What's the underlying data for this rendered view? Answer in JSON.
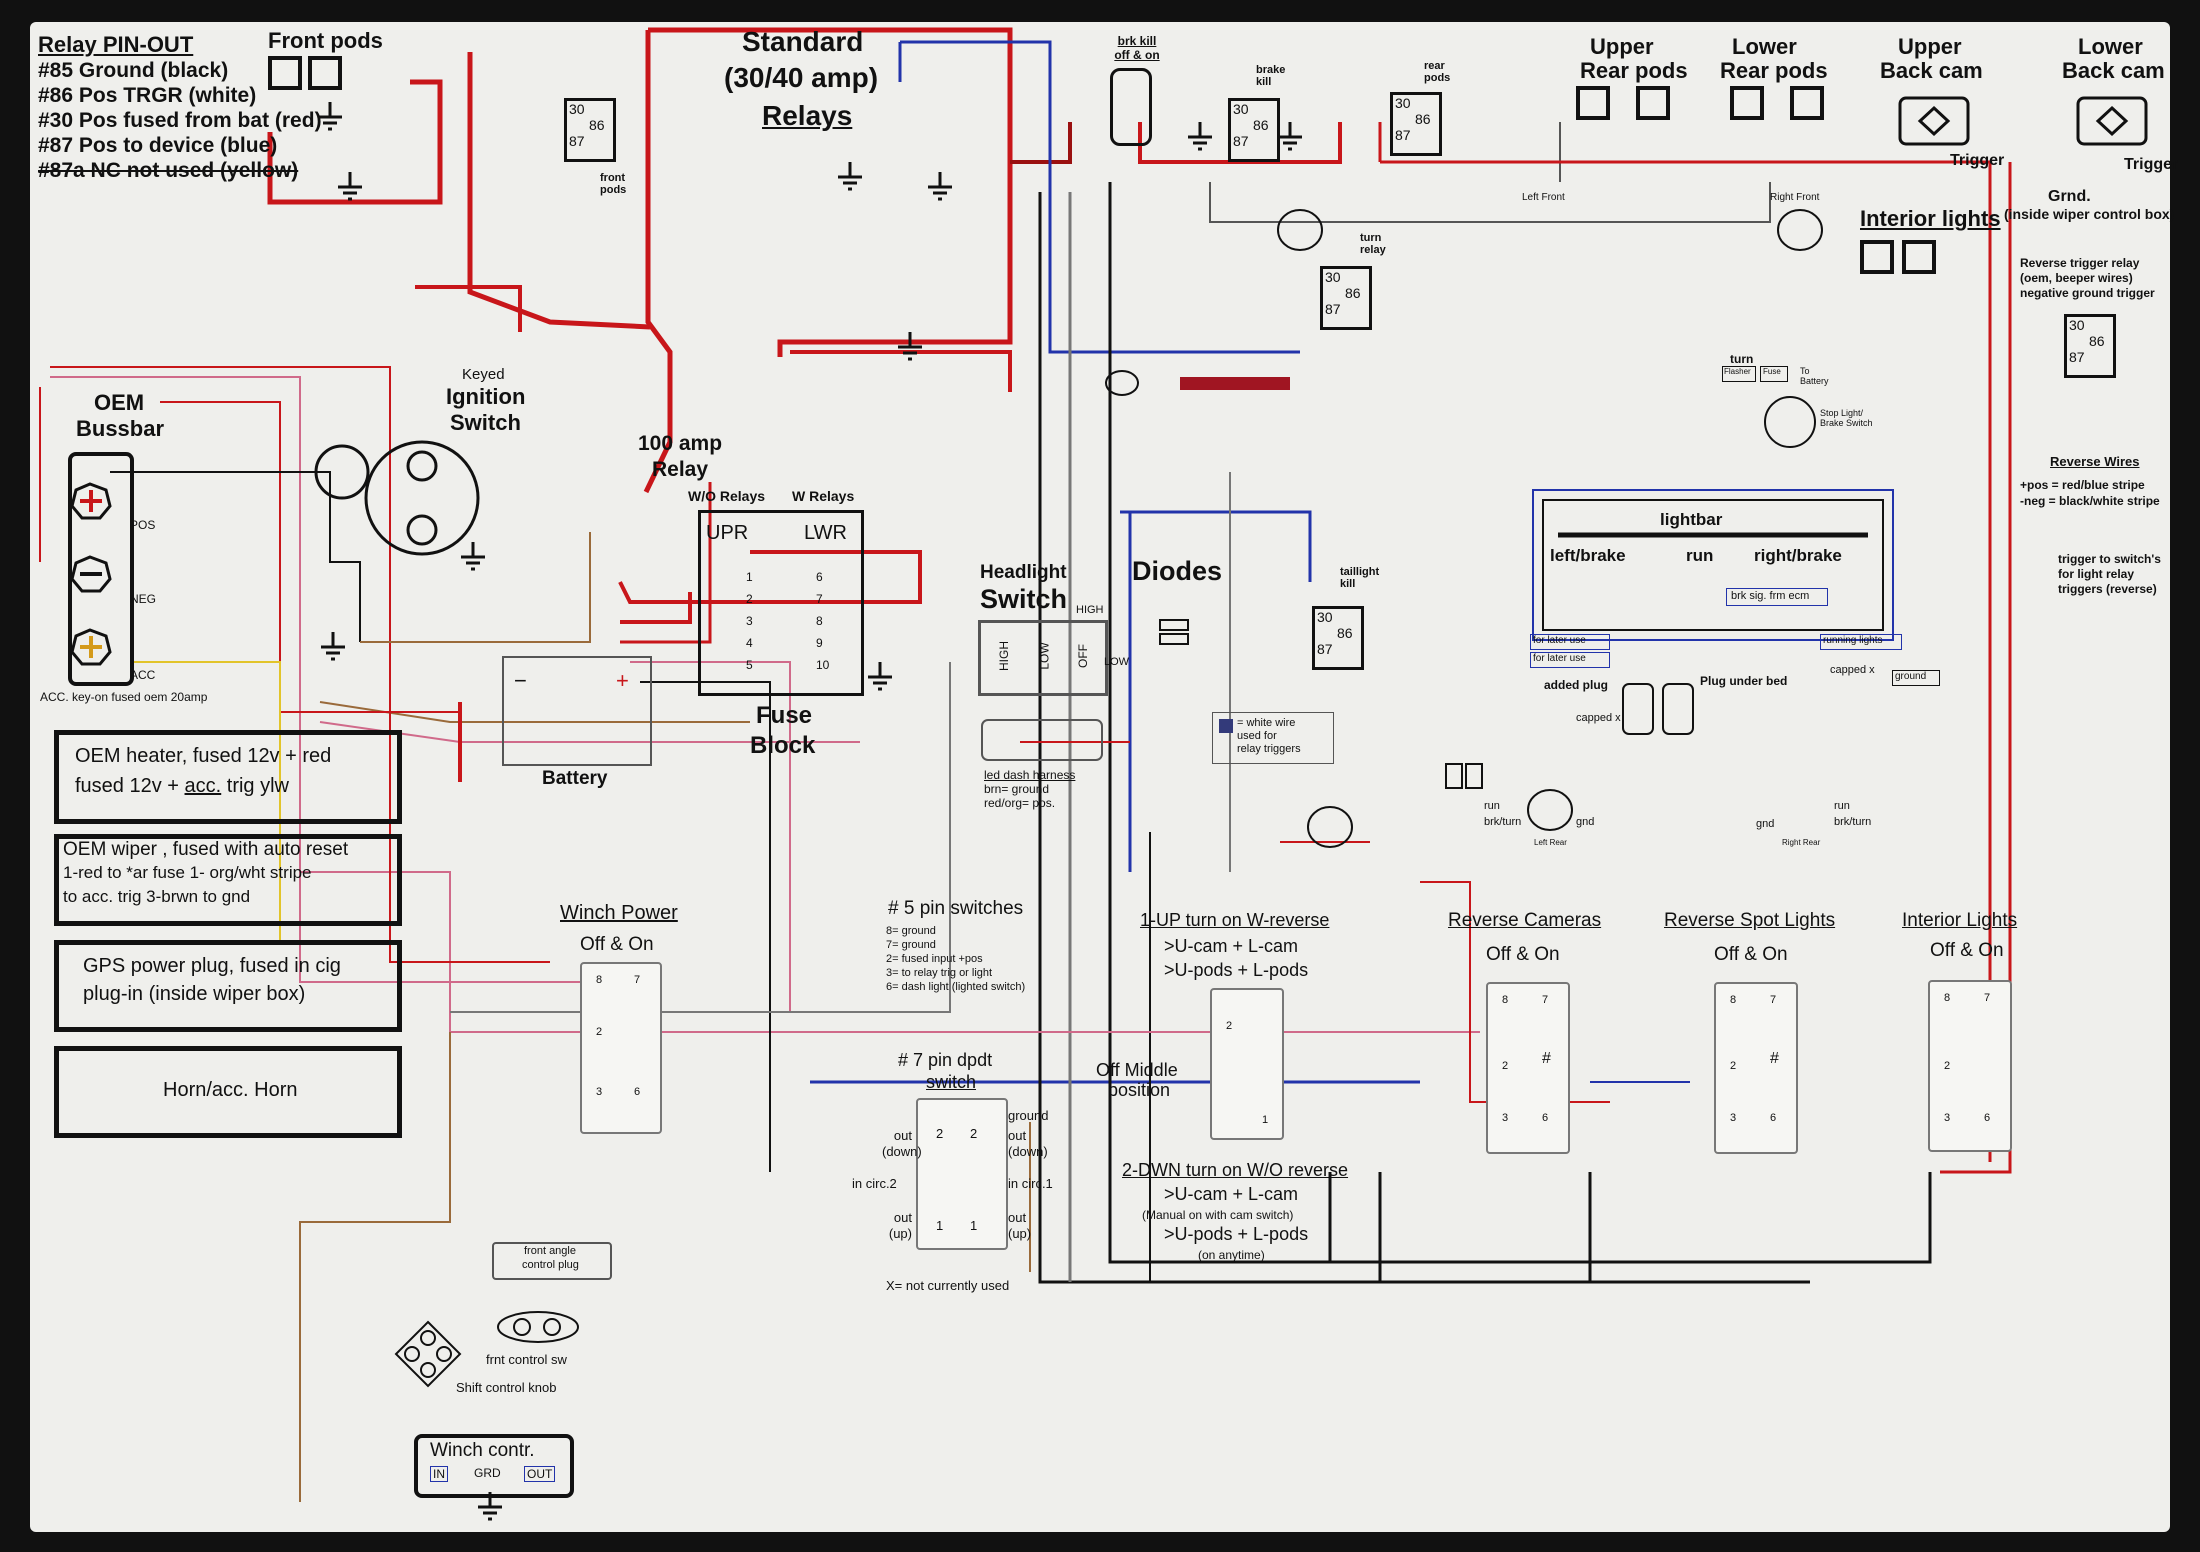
{
  "pinout": {
    "title": "Relay PIN-OUT",
    "lines": [
      "#85 Ground (black)",
      "#86 Pos TRGR (white)",
      "#30 Pos fused from bat (red)",
      "#87 Pos to device (blue)"
    ],
    "struck": "#87a NC not used (yellow)"
  },
  "top": {
    "front_pods": "Front pods",
    "standard_1": "Standard",
    "standard_2": "(30/40 amp)",
    "standard_3": "Relays",
    "brk_kill": "brk kill off & on",
    "upper_rear_1": "Upper",
    "upper_rear_2": "Rear pods",
    "lower_rear_1": "Lower",
    "lower_rear_2": "Rear pods",
    "upper_cam_1": "Upper",
    "upper_cam_2": "Back cam",
    "lower_cam_1": "Lower",
    "lower_cam_2": "Back cam",
    "trigger": "Trigger",
    "grnd": "Grnd.",
    "inside_wiper": "(inside wiper control box)",
    "interior_lights": "Interior lights",
    "rev_trigger": [
      "Reverse trigger relay",
      "(oem, beeper wires)",
      "negative ground trigger"
    ],
    "rev_wires": "Reverse Wires",
    "rev_pos": "+pos = red/blue stripe",
    "rev_neg": "-neg = black/white stripe",
    "trigger_note": [
      "trigger to switch's",
      "for light relay",
      "triggers (reverse)"
    ]
  },
  "relay": {
    "p30": "30",
    "p86": "86",
    "p87": "87",
    "front_pods": "front pods",
    "brake_kill": "brake kill",
    "rear_pods": "rear pods",
    "turn_relay": "turn relay",
    "taillight_kill": "taillight kill"
  },
  "left": {
    "oem_1": "OEM",
    "oem_2": "Bussbar",
    "pos": "POS",
    "neg": "NEG",
    "acc": "ACC",
    "acc_note": "ACC. key-on fused oem 20amp",
    "keyed": "Keyed",
    "ignition_1": "Ignition",
    "ignition_2": "Switch",
    "relay100_1": "100 amp",
    "relay100_2": "Relay",
    "wo_relays": "W/O Relays",
    "w_relays": "W Relays",
    "upr": "UPR",
    "lwr": "LWR",
    "fuse_left": [
      "1",
      "2",
      "3",
      "4",
      "5"
    ],
    "fuse_right": [
      "6",
      "7",
      "8",
      "9",
      "10"
    ],
    "fuse_block_1": "Fuse",
    "fuse_block_2": "Block",
    "battery": "Battery",
    "batt_minus": "−",
    "batt_plus": "+"
  },
  "boxes": {
    "heater_1": "OEM heater, fused 12v + red",
    "heater_2a": "fused 12v + ",
    "heater_2b": "acc.",
    "heater_2c": " trig ylw",
    "wiper_1": "OEM  wiper , fused with auto reset",
    "wiper_2": "1-red to *ar fuse    1- org/wht stripe",
    "wiper_3": "to acc. trig     3-brwn to gnd",
    "gps_1": "GPS power plug, fused in cig",
    "gps_2": "plug-in (inside wiper box)",
    "horn": "Horn/acc. Horn"
  },
  "mid": {
    "headlight_1": "Headlight",
    "headlight_2": "Switch",
    "high": "HIGH",
    "low": "LOW",
    "off": "OFF",
    "diodes": "Diodes",
    "dash_1": "led dash harness",
    "dash_2": "brn= ground",
    "dash_3": "red/org= pos.",
    "white_wire": [
      "= white wire",
      "used for",
      "relay triggers"
    ]
  },
  "right": {
    "left_front": "Left Front",
    "right_front": "Right Front",
    "turn": "turn",
    "flasher": "Flasher",
    "fuse": "Fuse",
    "battery": "To Battery",
    "stop_switch": "Stop Light/ Brake Switch",
    "lightbar": "lightbar",
    "left_brake": "left/brake",
    "run": "run",
    "right_brake": "right/brake",
    "brk_sig": "brk sig. frm ecm",
    "later_1": "for later use",
    "later_2": "for later use",
    "added_plug": "added plug",
    "plug_under_bed": "Plug under bed",
    "running_lights": "running lights",
    "capped_x": "capped x",
    "ground": "ground",
    "capped": "capped x",
    "run_l": "run",
    "brkturn_l": "brk/turn",
    "gnd_l": "gnd",
    "gnd_r": "gnd",
    "run_r": "run",
    "brkturn_r": "brk/turn",
    "left_rear": "Left Rear",
    "right_rear": "Right Rear"
  },
  "switches": {
    "winch_title": "Winch Power",
    "onoff": "Off & On",
    "p8": "8",
    "p7": "7",
    "p2": "2",
    "p3": "3",
    "p6": "6",
    "p1": "1",
    "hash": "#",
    "five_title": "# 5 pin switches",
    "five_notes": [
      "8= ground",
      "7= ground",
      "2= fused input +pos",
      "3= to relay trig  or light",
      "6= dash light (lighted switch)"
    ],
    "seven_1": "# 7 pin dpdt",
    "seven_2": "switch",
    "ground": "ground",
    "out_down": [
      "out",
      "(down)"
    ],
    "in_circ2": "in circ.2",
    "in_circ1": "in circ.1",
    "out_up": [
      "out",
      "(up)"
    ],
    "x_note": "X= not currently used",
    "up_title": "1-UP turn on W-reverse",
    "up_1": ">U-cam + L-cam",
    "up_2": ">U-pods + L-pods",
    "off_middle_1": "Off Middle",
    "off_middle_2": "position",
    "dwn_title": "2-DWN turn on W/O reverse",
    "dwn_1": ">U-cam + L-cam",
    "dwn_2": "(Manual on with cam switch)",
    "dwn_3": ">U-pods + L-pods",
    "dwn_4": "(on anytime)",
    "rev_cam": "Reverse Cameras",
    "rev_spot": "Reverse Spot Lights",
    "int_lights": "Interior Lights"
  },
  "winch": {
    "angle_1": "front angle",
    "angle_2": "control plug",
    "frnt_sw": "frnt control sw",
    "shift": "Shift control knob",
    "contr": "Winch contr.",
    "in": "IN",
    "grd": "GRD",
    "out": "OUT"
  },
  "colors": {
    "red": "#c8161a",
    "dark_red": "#9a1010",
    "blue": "#2233aa",
    "black": "#111111",
    "grey": "#777777",
    "pink": "#d06a8a",
    "brown": "#9a6a3a",
    "green": "#2e7a3a"
  }
}
